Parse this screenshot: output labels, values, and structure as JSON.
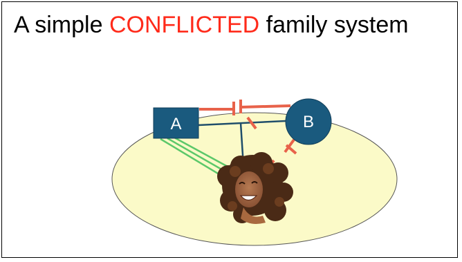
{
  "title": {
    "before": "A simple",
    "highlight": "CONFLICTED",
    "after": "family system"
  },
  "nodes": {
    "a": {
      "label": "A",
      "shape": "square"
    },
    "b": {
      "label": "B",
      "shape": "circle"
    },
    "child": {
      "label": "",
      "shape": "photo"
    }
  },
  "relationships": [
    {
      "from": "A",
      "to": "B",
      "type": "cutoff-conflict",
      "color": "#e8624a"
    },
    {
      "from": "A",
      "to": "B",
      "type": "marriage",
      "color": "#1f4e6b"
    },
    {
      "from": "A",
      "to": "child",
      "type": "fused",
      "color": "#5cc86a"
    },
    {
      "from": "B",
      "to": "child",
      "type": "conflict",
      "color": "#e8624a"
    },
    {
      "from": "marriage-line",
      "to": "child",
      "type": "offspring",
      "color": "#1f4e6b"
    }
  ],
  "colors": {
    "ellipse_fill": "#fbfac8",
    "node_fill": "#1a5a7e",
    "conflict": "#e8624a",
    "fusion": "#5cc86a",
    "family_line": "#1f4e6b",
    "title_accent": "#ff2a1a"
  }
}
